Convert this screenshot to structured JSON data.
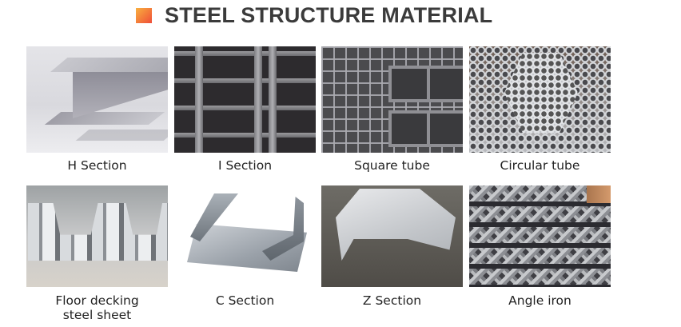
{
  "header": {
    "title": "STEEL STRUCTURE MATERIAL",
    "icon": "orange-square-icon",
    "accent_colors": [
      "#f8b040",
      "#ee4e3a"
    ],
    "title_color": "#3b3b3b"
  },
  "products": [
    {
      "label": "H Section",
      "image": "h-section-beam-photo"
    },
    {
      "label": "I Section",
      "image": "i-section-beam-photo"
    },
    {
      "label": "Square tube",
      "image": "square-tube-photo"
    },
    {
      "label": "Circular tube",
      "image": "circular-tube-photo"
    },
    {
      "label": "Floor decking\nsteel sheet",
      "image": "floor-decking-steel-sheet-photo"
    },
    {
      "label": "C Section",
      "image": "c-section-channel-photo"
    },
    {
      "label": "Z Section",
      "image": "z-section-purlin-photo"
    },
    {
      "label": "Angle iron",
      "image": "angle-iron-photo"
    }
  ]
}
